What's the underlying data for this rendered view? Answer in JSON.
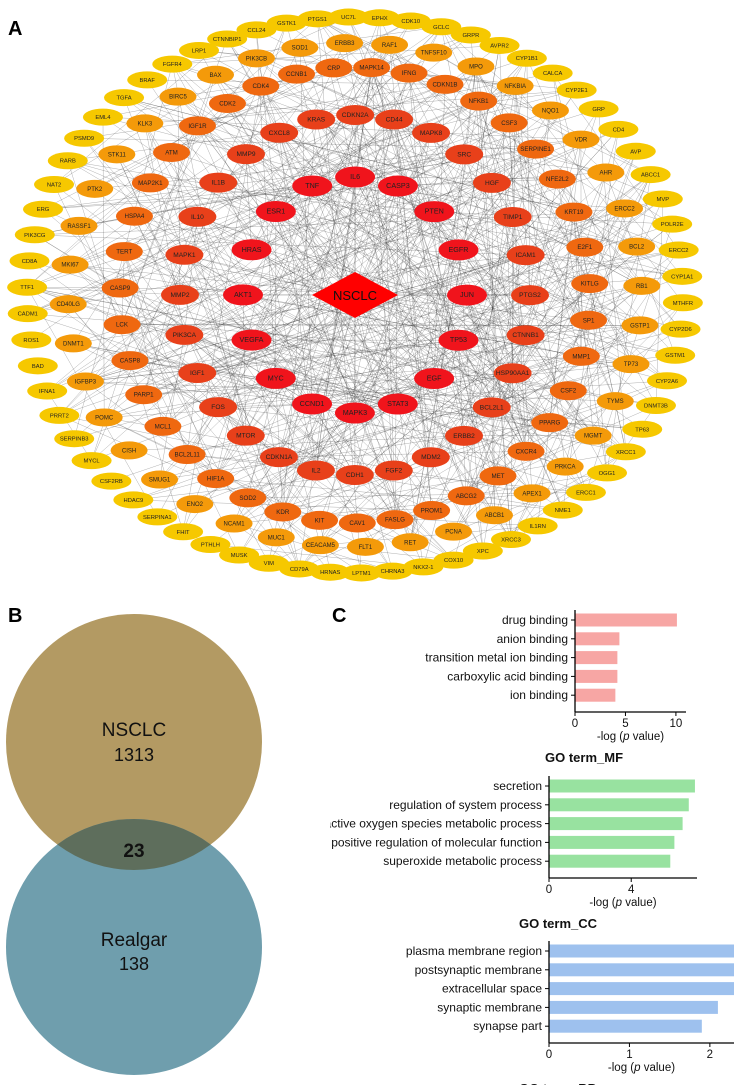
{
  "panels": {
    "a": "A",
    "b": "B",
    "c": "C"
  },
  "network": {
    "center": "NSCLC",
    "ring_inner": [
      "IL6",
      "CASP3",
      "PTEN",
      "EGFR",
      "JUN",
      "TP53",
      "EGF",
      "STAT3",
      "MAPK3",
      "CCND1",
      "MYC",
      "VEGFA",
      "AKT1",
      "HRAS",
      "ESR1",
      "TNF"
    ],
    "ring_second": [
      "CDKN2A",
      "CD44",
      "MAPK8",
      "SRC",
      "HGF",
      "TIMP1",
      "ICAM1",
      "PTGS2",
      "CTNNB1",
      "HSP90AA1",
      "BCL2L1",
      "ERBB2",
      "MDM2",
      "FGF2",
      "CDH1",
      "IL2",
      "CDKN1A",
      "MTOR",
      "FOS",
      "IGF1",
      "PIK3CA",
      "MMP2",
      "MAPK1",
      "IL10",
      "IL1B",
      "MMP9",
      "CXCL8",
      "KRAS"
    ],
    "ring_third": [
      "MAPK14",
      "IFNG",
      "CDKN1B",
      "NFKB1",
      "CSF3",
      "SERPINE1",
      "NFE2L2",
      "KRT19",
      "E2F1",
      "KITLG",
      "SP1",
      "MMP1",
      "CSF2",
      "PPARG",
      "CXCR4",
      "MET",
      "ABCG2",
      "PROM1",
      "FASLG",
      "CAV1",
      "KIT",
      "KDR",
      "SOD2",
      "HIF1A",
      "BCL2L11",
      "MCL1",
      "PARP1",
      "CASP8",
      "LCK",
      "CASP9",
      "TERT",
      "HSPA4",
      "MAP2K1",
      "ATM",
      "IGF1R",
      "CDK2",
      "CDK4",
      "CCNB1",
      "CRP"
    ],
    "ring_fourth": [
      "RAF1",
      "TNFSF10",
      "MPO",
      "NFKBIA",
      "NQO1",
      "VDR",
      "AHR",
      "ERCC2",
      "BCL2",
      "RB1",
      "GSTP1",
      "TP73",
      "TYMS",
      "MGMT",
      "PRKCA",
      "APEX1",
      "ABCB1",
      "PCNA",
      "RET",
      "FLT1",
      "CEACAM5",
      "MUC1",
      "NCAM1",
      "ENO2",
      "SMUG1",
      "CISH",
      "POMC",
      "IGFBP3",
      "DNMT1",
      "CD40LG",
      "MKI67",
      "RASSF1",
      "PTK2",
      "STK11",
      "KLK3",
      "BIRC5",
      "BAX",
      "PIK3CB",
      "SOD1",
      "ERBB3"
    ],
    "ring_outer": [
      "CDK10",
      "GCLC",
      "GRPR",
      "AVPR2",
      "CYP1B1",
      "CALCA",
      "CYP2E1",
      "GRP",
      "CD4",
      "AVP",
      "ABCC1",
      "MVP",
      "POLR2E",
      "ERCC2",
      "CYP1A1",
      "MTHFR",
      "CYP2D6",
      "GSTM1",
      "CYP2A6",
      "DNMT3B",
      "TP63",
      "XRCC1",
      "OGG1",
      "ERCC1",
      "NME1",
      "IL1RN",
      "XRCC3",
      "XPC",
      "COX10",
      "NKX2-1",
      "CHRNA3",
      "LPTM1",
      "HRNAS",
      "CD79A",
      "VIM",
      "MUSK",
      "PTHLH",
      "FHIT",
      "SERPINA1",
      "HDAC9",
      "CSF2RB",
      "MYCL",
      "SERPINB3",
      "PRRT2",
      "IFNA1",
      "BAD",
      "ROS1",
      "CADM1",
      "TTF1",
      "CD8A",
      "PIK3CG",
      "ERG",
      "NAT2",
      "RARB",
      "PSMD9",
      "EML4",
      "TGFA",
      "BRAF",
      "FGFR4",
      "LRP1",
      "CTNNBIP1",
      "CCL24",
      "GSTK1",
      "PTGS1",
      "UC7L",
      "EPHX"
    ],
    "colors": {
      "center": "#ff0000",
      "ring_inner": "#f0141c",
      "ring_second": "#e8401a",
      "ring_third": "#ef6810",
      "ring_fourth": "#f49a0a",
      "ring_outer": "#f6c800",
      "edges": "#333333"
    }
  },
  "venn": {
    "set_a": {
      "name": "NSCLC",
      "count": "1313",
      "color": "#b39a63"
    },
    "set_b": {
      "name": "Realgar",
      "count": "138",
      "color": "#6f9ead"
    },
    "overlap_count": "23",
    "overlap_color": "#5e6e5c"
  },
  "chart_data": [
    {
      "type": "bar",
      "orientation": "horizontal",
      "title": "GO term_MF",
      "xlabel": "-log (p value)",
      "categories": [
        "drug binding",
        "anion binding",
        "transition metal ion binding",
        "carboxylic acid binding",
        "ion binding"
      ],
      "values": [
        10.1,
        4.4,
        4.2,
        4.2,
        4.0
      ],
      "xlim": [
        0,
        11
      ],
      "xticks": [
        0,
        5,
        10
      ],
      "color": "#f7a6a4",
      "grid": false
    },
    {
      "type": "bar",
      "orientation": "horizontal",
      "title": "GO term_CC",
      "xlabel": "-log (p value)",
      "categories": [
        "secretion",
        "regulation of system process",
        "reactive oxygen species metabolic process",
        "positive regulation of molecular function",
        "superoxide metabolic process"
      ],
      "values": [
        7.1,
        6.8,
        6.5,
        6.1,
        5.9
      ],
      "xlim": [
        0,
        7.2
      ],
      "xticks": [
        0,
        4
      ],
      "color": "#98e2a0",
      "grid": false
    },
    {
      "type": "bar",
      "orientation": "horizontal",
      "title": "GO term_BP",
      "xlabel": "-log (p value)",
      "categories": [
        "plasma membrane region",
        "postsynaptic membrane",
        "extracellular space",
        "synaptic membrane",
        "synapse part"
      ],
      "values": [
        2.3,
        2.3,
        2.3,
        2.1,
        1.9
      ],
      "xlim": [
        0,
        2.3
      ],
      "xticks": [
        0,
        1,
        2
      ],
      "color": "#9ec1ee",
      "grid": false
    }
  ]
}
